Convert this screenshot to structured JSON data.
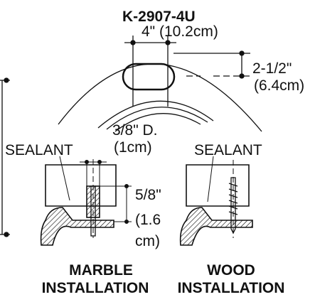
{
  "model": "K-2907-4U",
  "slot_width": "4\" (10.2cm)",
  "slot_height_in": "2-1/2\"",
  "slot_height_cm": "(6.4cm)",
  "bolt_diameter_in": "3/8\" D.",
  "bolt_diameter_cm": "(1cm)",
  "sealant_left": "SEALANT",
  "sealant_right": "SEALANT",
  "depth_in": "5/8\"",
  "depth_cm_1": "(1.6",
  "depth_cm_2": "cm)",
  "marble_line1": "MARBLE",
  "marble_line2": "INSTALLATION",
  "wood_line1": "WOOD",
  "wood_line2": "INSTALLATION",
  "colors": {
    "ink": "#111111",
    "background": "#ffffff"
  }
}
